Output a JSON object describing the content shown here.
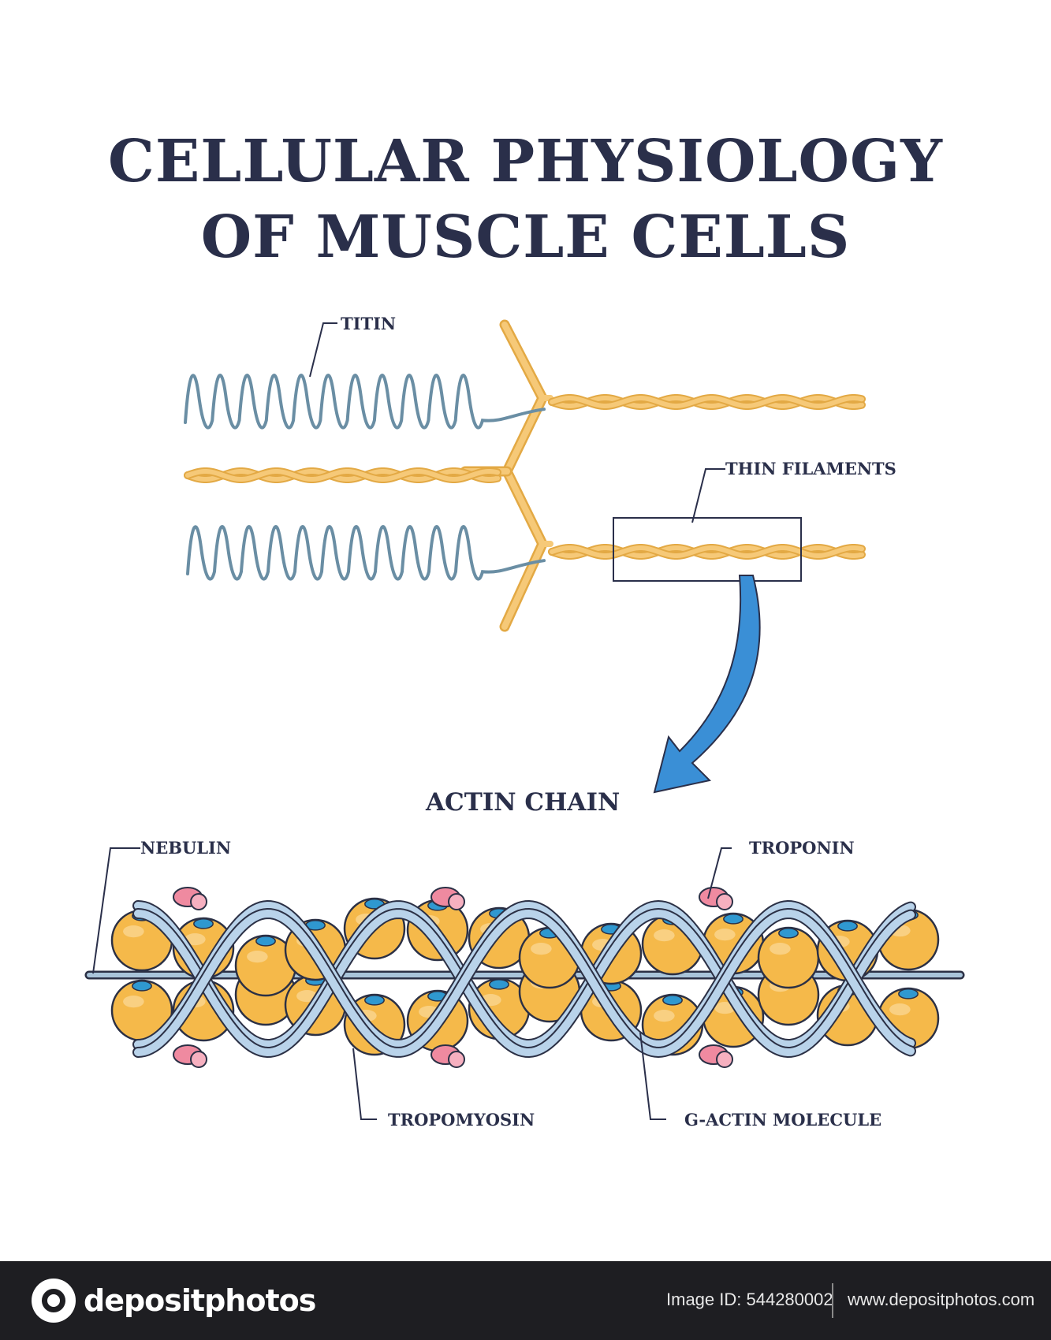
{
  "title": {
    "line1": "CELLULAR PHYSIOLOGY",
    "line2": "OF MUSCLE CELLS"
  },
  "labels": {
    "titin": "TITIN",
    "thin_filaments": "THIN FILAMENTS",
    "actin_chain": "ACTIN CHAIN",
    "nebulin": "NEBULIN",
    "troponin": "TROPONIN",
    "tropomyosin": "TROPOMYOSIN",
    "g_actin": "G-ACTIN MOLECULE"
  },
  "colors": {
    "title": "#2a2f4a",
    "titin": "#6a8ea4",
    "filament": "#f6c978",
    "filament_outline": "#e3a944",
    "actin": "#f5b94a",
    "actin_outline": "#2b3045",
    "actin_site": "#2f98d0",
    "tropomyosin": "#b9d3ea",
    "troponin": "#ef8aa0",
    "arrow": "#3a8fd6",
    "footer_bg": "#1e1e22"
  },
  "footer": {
    "brand": "depositphotos",
    "image_id": "Image ID: 544280002",
    "site": "www.depositphotos.com"
  }
}
